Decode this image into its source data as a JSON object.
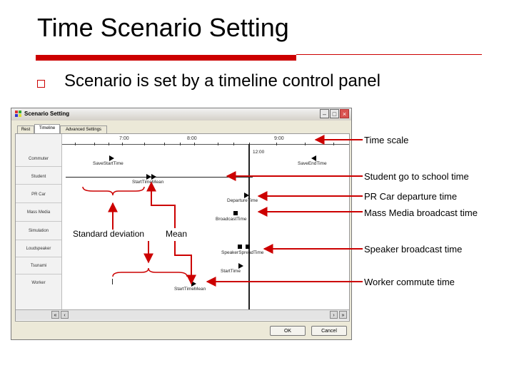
{
  "slide": {
    "title": "Time Scenario Setting",
    "bullet": "Scenario is set by a timeline control panel"
  },
  "window": {
    "title": "Scenario Setting",
    "tabs": [
      "Rest",
      "Timeline",
      "Advanced Settings"
    ],
    "active_tab": "Timeline",
    "scale_labels": [
      "7:00",
      "8:00",
      "9:00"
    ],
    "rows": [
      "Commuter",
      "Student",
      "PR Car",
      "Mass Media",
      "Simulation",
      "Loudspeaker",
      "Tsunami",
      "Worker"
    ],
    "marks": {
      "save_start": "SaveStartTime",
      "save_end": "SaveEndTime",
      "current": "12:00",
      "student": "StartTimeMean",
      "pr_car": "DepartureTime",
      "mass_media": "BroadcastTime",
      "speaker": "SpeakerSpreadTime",
      "worker_start": "StartTime",
      "worker_mean": "StartTimeMean"
    },
    "ok": "OK",
    "cancel": "Cancel"
  },
  "annotations": {
    "std_dev": "Standard deviation",
    "mean": "Mean"
  },
  "callouts": [
    "Time scale",
    "Student go to school time",
    "PR Car departure time",
    "Mass Media broadcast time",
    "Speaker broadcast time",
    "Worker commute time"
  ],
  "colors": {
    "accent": "#cc0000",
    "arrow": "#cc0000"
  }
}
